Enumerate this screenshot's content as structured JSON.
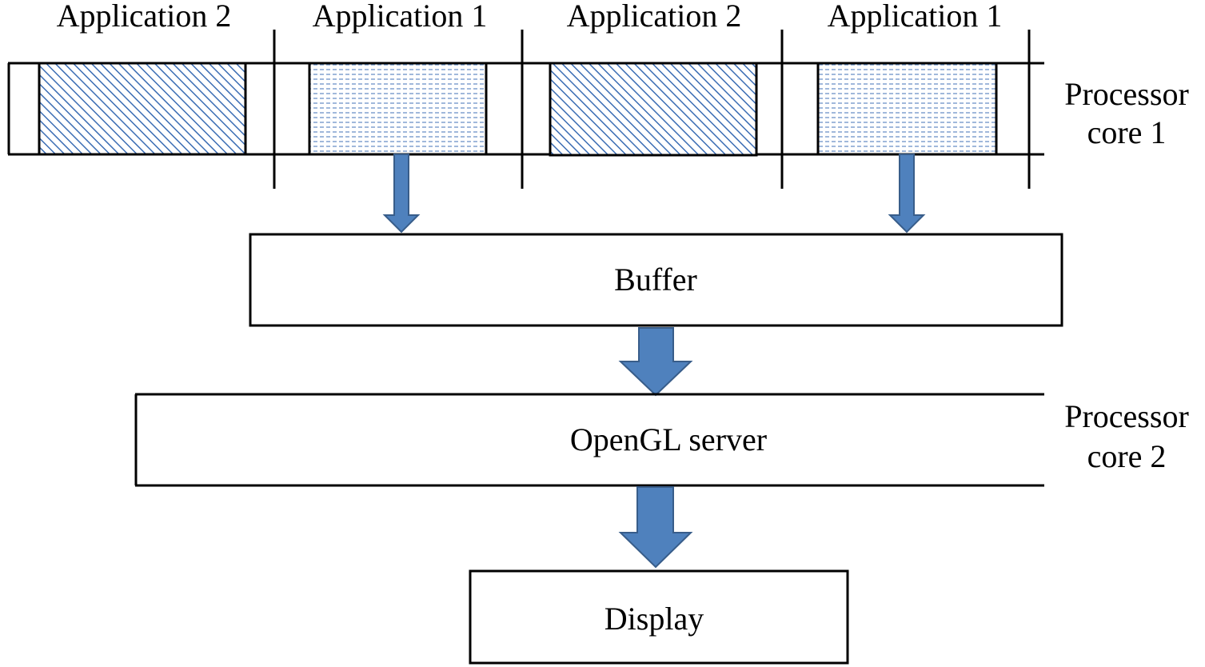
{
  "timeline": {
    "slots": [
      {
        "label": "Application 2",
        "app": "app2"
      },
      {
        "label": "Application 1",
        "app": "app1"
      },
      {
        "label": "Application 2",
        "app": "app2"
      },
      {
        "label": "Application 1",
        "app": "app1"
      }
    ],
    "core_label_line1": "Processor",
    "core_label_line2": "core 1"
  },
  "buffer": {
    "label": "Buffer"
  },
  "opengl_server": {
    "label": "OpenGL server",
    "core_label_line1": "Processor",
    "core_label_line2": "core 2"
  },
  "display": {
    "label": "Display"
  },
  "colors": {
    "arrow_fill": "#4f81bd",
    "arrow_stroke": "#385d8a",
    "hatch": "#3b6db4",
    "line": "#000000"
  }
}
